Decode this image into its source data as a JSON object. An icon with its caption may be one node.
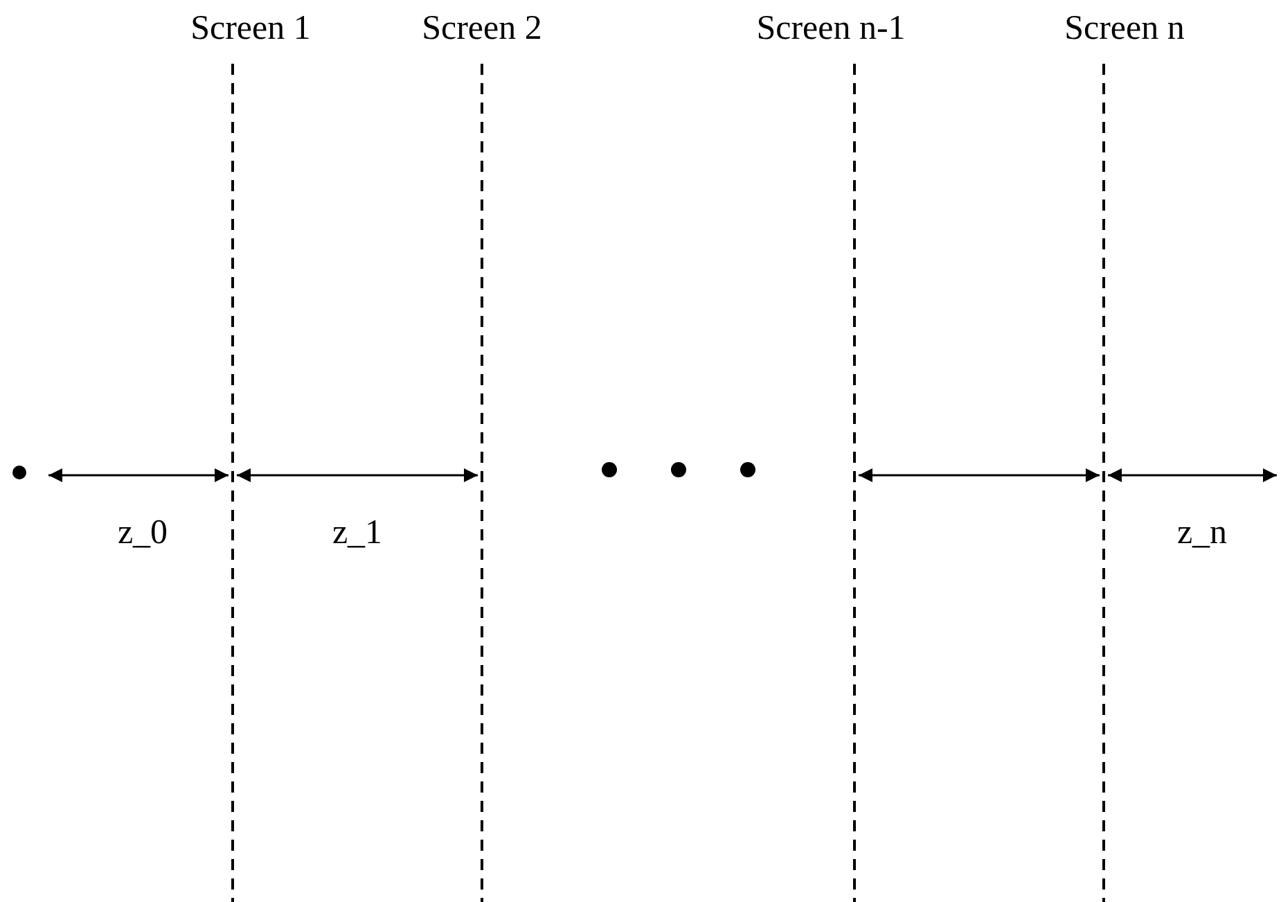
{
  "diagram": {
    "labels": [
      "Screen 1",
      "Screen 2",
      "Screen n-1",
      "Screen n",
      "z_0",
      "z_1",
      "z_n"
    ]
  }
}
